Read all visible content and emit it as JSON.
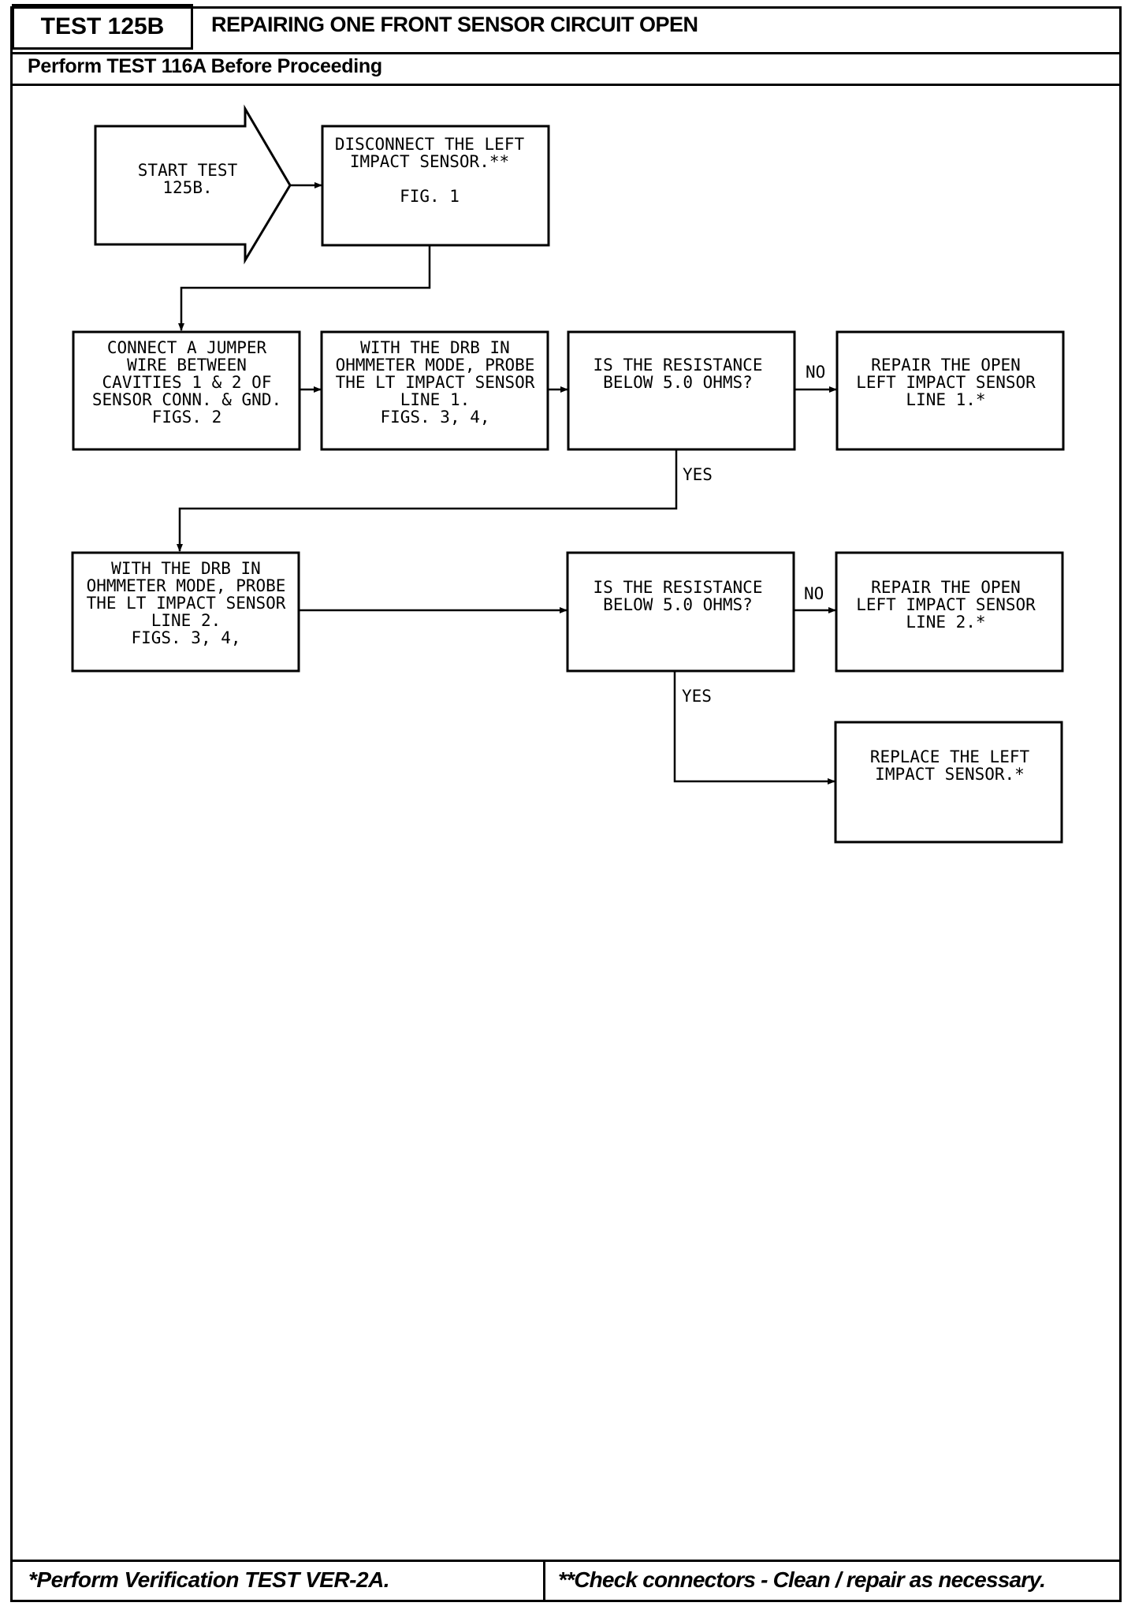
{
  "header": {
    "test_id": "TEST 125B",
    "title": "REPAIRING ONE FRONT SENSOR CIRCUIT OPEN",
    "prerequisite": "Perform TEST 116A Before Proceeding"
  },
  "flowchart": {
    "start": [
      "START TEST",
      "125B."
    ],
    "disconnect": [
      "DISCONNECT THE LEFT",
      "IMPACT SENSOR.**",
      "",
      "FIG. 1"
    ],
    "connect_jumper": [
      "CONNECT A JUMPER",
      "WIRE BETWEEN",
      "CAVITIES 1 & 2 OF",
      "SENSOR CONN. & GND.",
      "FIGS. 2"
    ],
    "probe_line1": [
      "WITH THE DRB IN",
      "OHMMETER MODE, PROBE",
      "THE LT IMPACT SENSOR",
      "LINE 1.",
      "FIGS. 3, 4,"
    ],
    "question1": [
      "IS THE RESISTANCE",
      "BELOW 5.0 OHMS?"
    ],
    "repair_line1": [
      "REPAIR THE OPEN",
      "LEFT IMPACT SENSOR",
      "LINE 1.*"
    ],
    "probe_line2": [
      "WITH THE DRB IN",
      "OHMMETER MODE, PROBE",
      "THE LT IMPACT SENSOR",
      "LINE 2.",
      "FIGS. 3, 4,"
    ],
    "question2": [
      "IS THE RESISTANCE",
      "BELOW 5.0 OHMS?"
    ],
    "repair_line2": [
      "REPAIR THE OPEN",
      "LEFT IMPACT SENSOR",
      "LINE 2.*"
    ],
    "replace_sensor": [
      "REPLACE THE LEFT",
      "IMPACT SENSOR.*"
    ],
    "no_label": "NO",
    "yes_label": "YES"
  },
  "footer": {
    "left_note": "*Perform Verification TEST VER-2A.",
    "right_note": "**Check connectors - Clean / repair as necessary."
  }
}
